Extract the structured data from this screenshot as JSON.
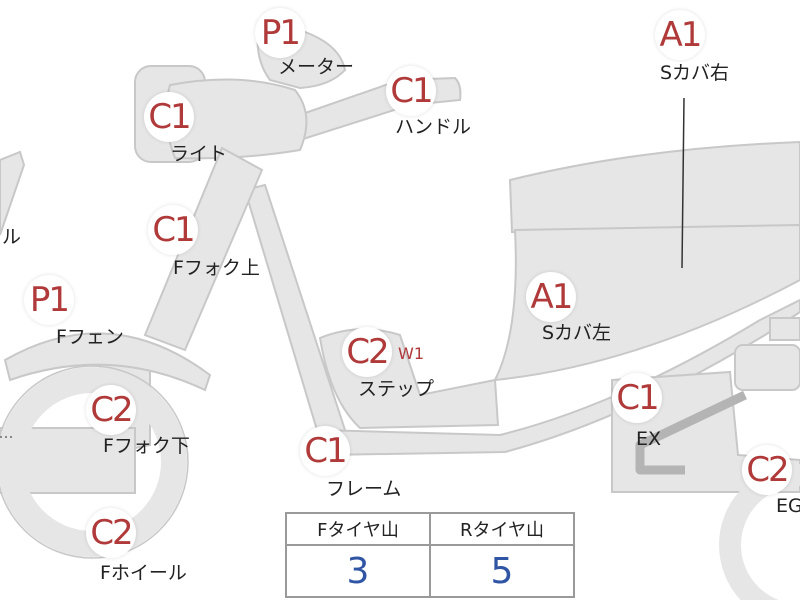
{
  "parts": [
    {
      "id": "meter",
      "code": "P1",
      "label": "メーター"
    },
    {
      "id": "handle",
      "code": "C1",
      "label": "ハンドル"
    },
    {
      "id": "light",
      "code": "C1",
      "label": "ライト"
    },
    {
      "id": "fork-upper",
      "code": "C1",
      "label": "Fフォク上"
    },
    {
      "id": "front-fender",
      "code": "P1",
      "label": "Fフェン"
    },
    {
      "id": "fork-lower",
      "code": "C2",
      "label": "Fフォク下"
    },
    {
      "id": "front-wheel",
      "code": "C2",
      "label": "Fホイール"
    },
    {
      "id": "frame",
      "code": "C1",
      "label": "フレーム"
    },
    {
      "id": "step",
      "code": "C2",
      "sub": "W1",
      "label": "ステップ"
    },
    {
      "id": "side-cover-left",
      "code": "A1",
      "label": "Sカバ左"
    },
    {
      "id": "side-cover-right",
      "code": "A1",
      "label": "Sカバ右"
    },
    {
      "id": "exhaust",
      "code": "C1",
      "label": "EX"
    },
    {
      "id": "engine",
      "code": "C2",
      "label": "EG"
    },
    {
      "id": "mirror-partial",
      "label": "ル"
    }
  ],
  "tire_table": {
    "headers": [
      "Fタイヤ山",
      "Rタイヤ山"
    ],
    "values": [
      "3",
      "5"
    ]
  }
}
